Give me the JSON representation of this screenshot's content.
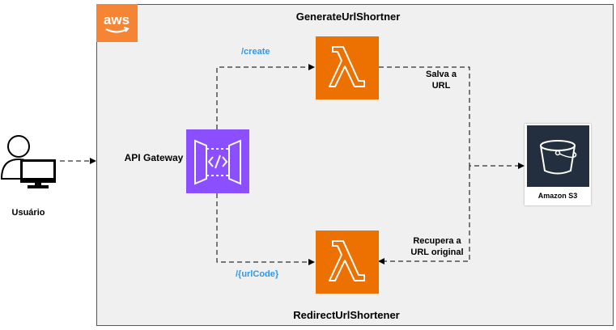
{
  "user": {
    "label": "Usuário"
  },
  "api_gateway": {
    "label": "API Gateway"
  },
  "lambdas": {
    "generate": {
      "title": "GenerateUrlShortner"
    },
    "redirect": {
      "title": "RedirectUrlShortener"
    }
  },
  "routes": {
    "create": "/create",
    "url_code": "/{urlCode}"
  },
  "edges": {
    "save_url": "Salva a URL",
    "fetch_url": "Recupera a URL original"
  },
  "s3": {
    "label": "Amazon S3"
  },
  "aws": {
    "logo_text": "aws"
  },
  "colors": {
    "lambda": "#ED7100",
    "api_gateway": "#8C4FFF",
    "s3_bg": "#232F3E",
    "aws_logo": "#F58534",
    "route_label": "#3399e6"
  },
  "icons": {
    "user": "user-computer-icon",
    "lambda": "lambda-icon",
    "api_gateway": "api-gateway-icon",
    "s3": "s3-bucket-icon",
    "aws": "aws-logo"
  }
}
